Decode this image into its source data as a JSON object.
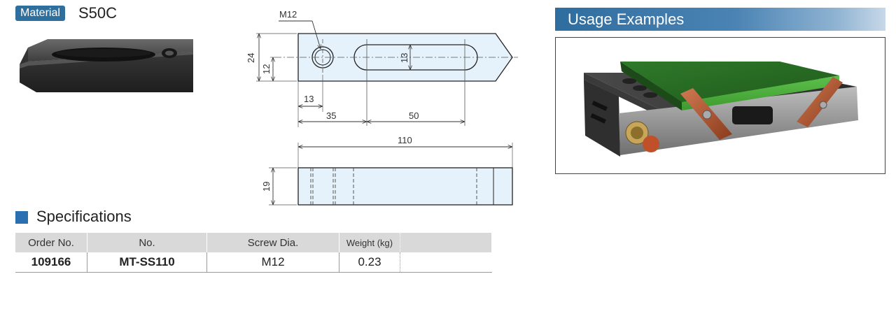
{
  "material": {
    "badge_label": "Material",
    "value": "S50C"
  },
  "drawing": {
    "thread_label": "M12",
    "dims": {
      "height": "24",
      "hole_center": "12",
      "slot_width": "13",
      "hole_offset": "13",
      "to_slot": "35",
      "slot_length": "50",
      "overall_length": "110",
      "thickness": "19"
    }
  },
  "specifications": {
    "title": "Specifications",
    "columns": [
      "Order No.",
      "No.",
      "Screw Dia.",
      "Weight (kg)",
      ""
    ],
    "rows": [
      {
        "order_no": "109166",
        "no": "MT-SS110",
        "screw_dia": "M12",
        "weight": "0.23",
        "extra": ""
      }
    ]
  },
  "usage": {
    "title": "Usage Examples"
  },
  "colors": {
    "accent": "#2e6f9e",
    "table_header": "#d9d9d9",
    "drawing_fill": "#e6f2fb"
  }
}
